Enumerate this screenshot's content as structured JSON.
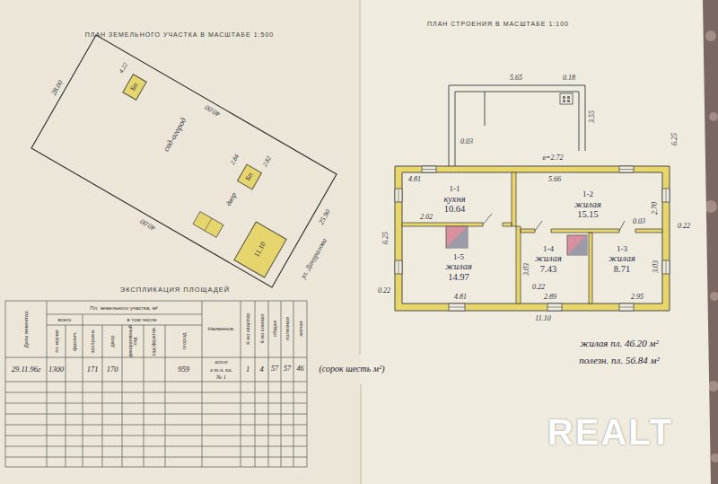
{
  "diagram": {
    "nodes": [
      {
        "text": [
          "Бп"
        ]
      },
      {
        "text": [
          "Бп"
        ]
      },
      {
        "text": [
          "11.10"
        ]
      },
      {
        "text": [
          "1-1",
          "кухня",
          "10.64"
        ]
      },
      {
        "text": [
          "1-2",
          "жилая",
          "15.15"
        ]
      },
      {
        "text": [
          "1-5",
          "жилая",
          "14.97"
        ]
      },
      {
        "text": [
          "1-4",
          "жилая",
          "7.43"
        ]
      },
      {
        "text": [
          "1-3",
          "жилая",
          "8.71"
        ]
      }
    ],
    "labels": [
      "ПЛАН ЗЕМЕЛЬНОГО УЧАСТКА В МАСШТАБЕ 1:500",
      "28.00",
      "40.00",
      "40.00",
      "4.22",
      "сад-огород",
      "2.84",
      "2.82",
      "двор",
      "25.90",
      "ул. Дануралова",
      "ЭКСПЛИКАЦИЯ ПЛОЩАДЕЙ",
      "Дата инвентар.",
      "Пл. земельного участка, м²",
      "всего",
      "в том числе",
      "по норме",
      "фактич.",
      "застроен.",
      "двор",
      "декоративный сад",
      "сад фруктов.",
      "огород",
      "Наименов.",
      "К-во квартир",
      "К-во комнат",
      "общая",
      "полезная",
      "жилая",
      "29.11.96г",
      "1300",
      "171",
      "170",
      "959",
      "всего",
      "в т.ч. кв.",
      "№ 1",
      "1",
      "4",
      "57",
      "57",
      "46",
      "(сорок шесть м²)",
      "ПЛАН СТРОЕНИЯ В МАСШТАБЕ 1:100",
      "5.65",
      "0.18",
      "3.55",
      "0.03",
      "в=2.72",
      "4.81",
      "5.66",
      "6.25",
      "2.02",
      "2.70",
      "0.22",
      "0.03",
      "6.25",
      "3.03",
      "3.03",
      "0.22",
      "0.22",
      "4.81",
      "2.89",
      "2.95",
      "11.10",
      "жилая пл. 46.20 м²",
      "полезн. пл. 56.84 м²",
      "REALT"
    ]
  }
}
